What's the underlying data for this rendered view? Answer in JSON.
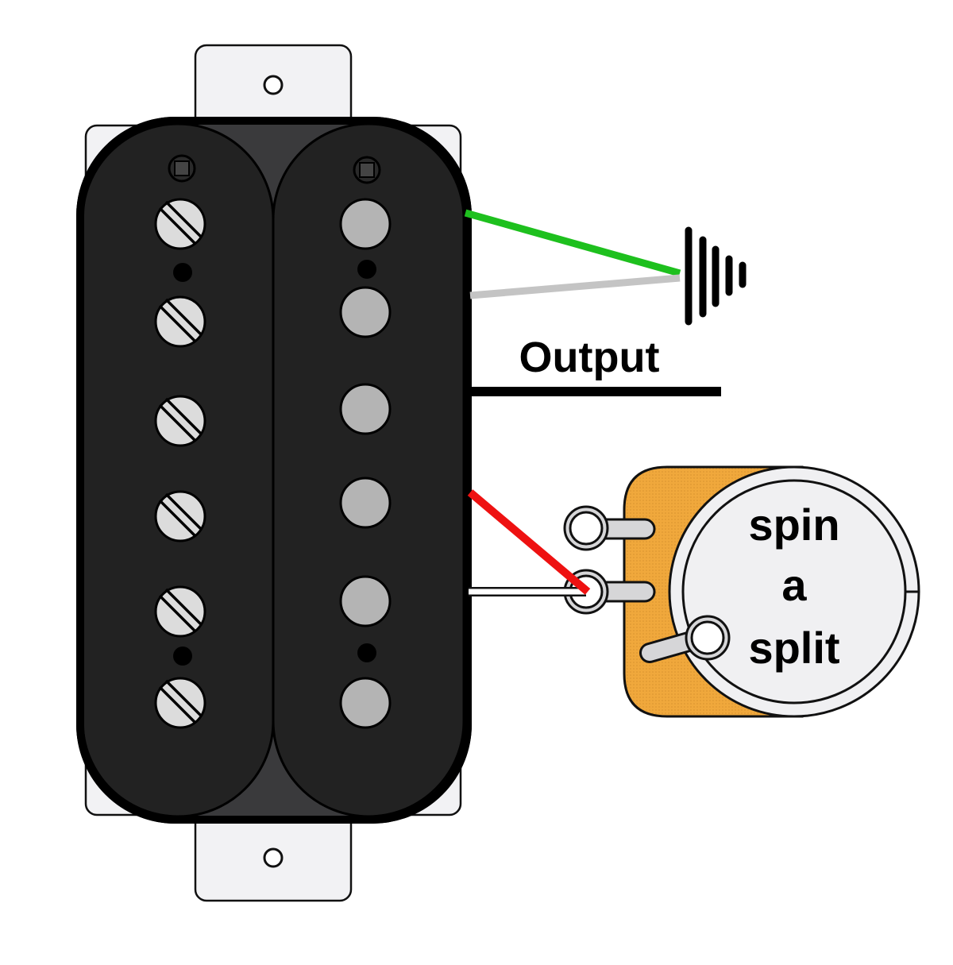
{
  "diagram": {
    "title": "Humbucker pickup coil split wiring",
    "labels": {
      "output": "Output",
      "pot_line1": "spin",
      "pot_line2": "a",
      "pot_line3": "split"
    },
    "components": {
      "pickup": {
        "name": "Humbucker pickup",
        "coils": [
          {
            "name": "screw coil",
            "pole_type": "slotted screws",
            "pole_count": 6
          },
          {
            "name": "slug coil",
            "pole_type": "slugs",
            "pole_count": 6
          }
        ]
      },
      "ground": {
        "name": "ground symbol"
      },
      "potentiometer": {
        "name": "push-pull / spin-a-split pot",
        "lugs": 3
      }
    },
    "wires": [
      {
        "name": "green",
        "color": "#1ec01e",
        "from": "pickup",
        "to": "ground"
      },
      {
        "name": "bare",
        "color": "#c4c4c4",
        "from": "pickup",
        "to": "ground"
      },
      {
        "name": "black",
        "color": "#000000",
        "from": "pickup",
        "to": "output"
      },
      {
        "name": "red",
        "color": "#ee1111",
        "from": "pickup",
        "to": "pot middle lug"
      },
      {
        "name": "white",
        "color": "#ffffff",
        "from": "pickup",
        "to": "pot middle lug"
      }
    ],
    "colors": {
      "pickup_body": "#222222",
      "baseplate": "#f2f2f4",
      "screw_pole": "#dcdcdc",
      "slug_pole": "#b4b4b4",
      "pot_body": "#f0a83c",
      "pot_face": "#f0f0f2"
    }
  }
}
